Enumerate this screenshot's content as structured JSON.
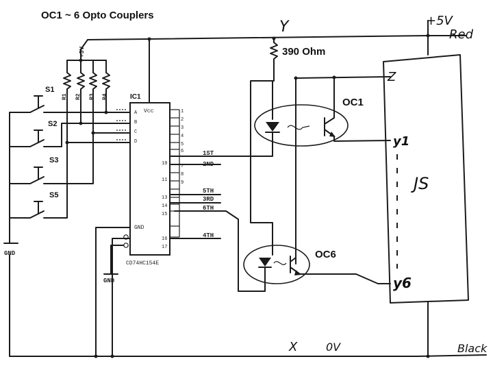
{
  "title": "OC1 ~ 6 Opto Couplers",
  "labels": {
    "y_top": "Y",
    "supply": "+5V",
    "red": "Red",
    "pullup_supply": "+5V",
    "resistor_value": "390 Ohm",
    "z": "Z",
    "oc1": "OC1",
    "y1": "y1",
    "js": "JS",
    "oc6": "OC6",
    "y6": "y6",
    "x": "X",
    "zero_v": "0V",
    "black": "Black",
    "gnd_left": "GND",
    "gnd_chip": "GND",
    "ic_label": "IC1",
    "chip_name": "CD74HC154E",
    "vcc": "Vcc",
    "gnd_pin": "GND"
  },
  "resistors": [
    "R1",
    "R2",
    "R3",
    "R4"
  ],
  "switches": [
    "S1",
    "S2",
    "S3",
    "S5"
  ],
  "chip_inputs": [
    "A",
    "B",
    "C",
    "D"
  ],
  "chip_outputs": [
    "1ST",
    "2ND",
    "5TH",
    "3RD",
    "6TH",
    "4TH"
  ],
  "pin_numbers": [
    "1",
    "2",
    "3",
    "4",
    "5",
    "6",
    "7",
    "8",
    "9",
    "10",
    "11",
    "13",
    "14",
    "15",
    "16",
    "17"
  ]
}
